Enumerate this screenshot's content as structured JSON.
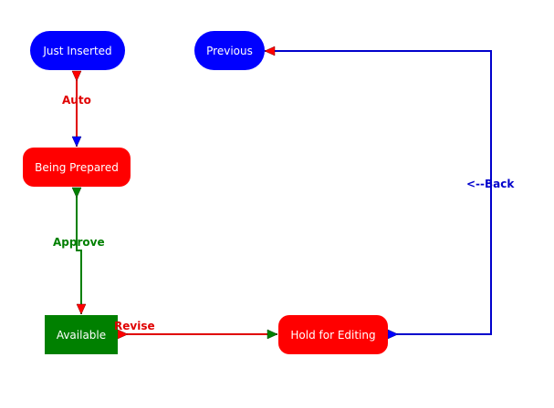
{
  "colors": {
    "blue": "#0000ff",
    "red": "#ff0000",
    "green": "#008000",
    "edge_red": "#e00000",
    "edge_blue": "#0000cc",
    "white": "#ffffff"
  },
  "nodes": {
    "just_inserted": {
      "label": "Just Inserted",
      "shape": "rounded-pill",
      "color": "#0000ff"
    },
    "previous": {
      "label": "Previous",
      "shape": "rounded-pill",
      "color": "#0000ff"
    },
    "being_prepared": {
      "label": "Being Prepared",
      "shape": "rounded-rect",
      "color": "#ff0000"
    },
    "available": {
      "label": "Available",
      "shape": "rect",
      "color": "#008000"
    },
    "hold_for_editing": {
      "label": "Hold for Editing",
      "shape": "rounded-rect",
      "color": "#ff0000"
    }
  },
  "edges": {
    "auto": {
      "label": "Auto",
      "from": "Just Inserted",
      "to": "Being Prepared",
      "color": "#e00000"
    },
    "approve": {
      "label": "Approve",
      "from": "Being Prepared",
      "to": "Available",
      "color": "#008000"
    },
    "revise": {
      "label": "Revise",
      "from": "Available",
      "to": "Hold for Editing",
      "color": "#e00000"
    },
    "back": {
      "label": "<--Back",
      "from": "Hold for Editing",
      "to": "Previous",
      "color": "#0000cc"
    }
  }
}
